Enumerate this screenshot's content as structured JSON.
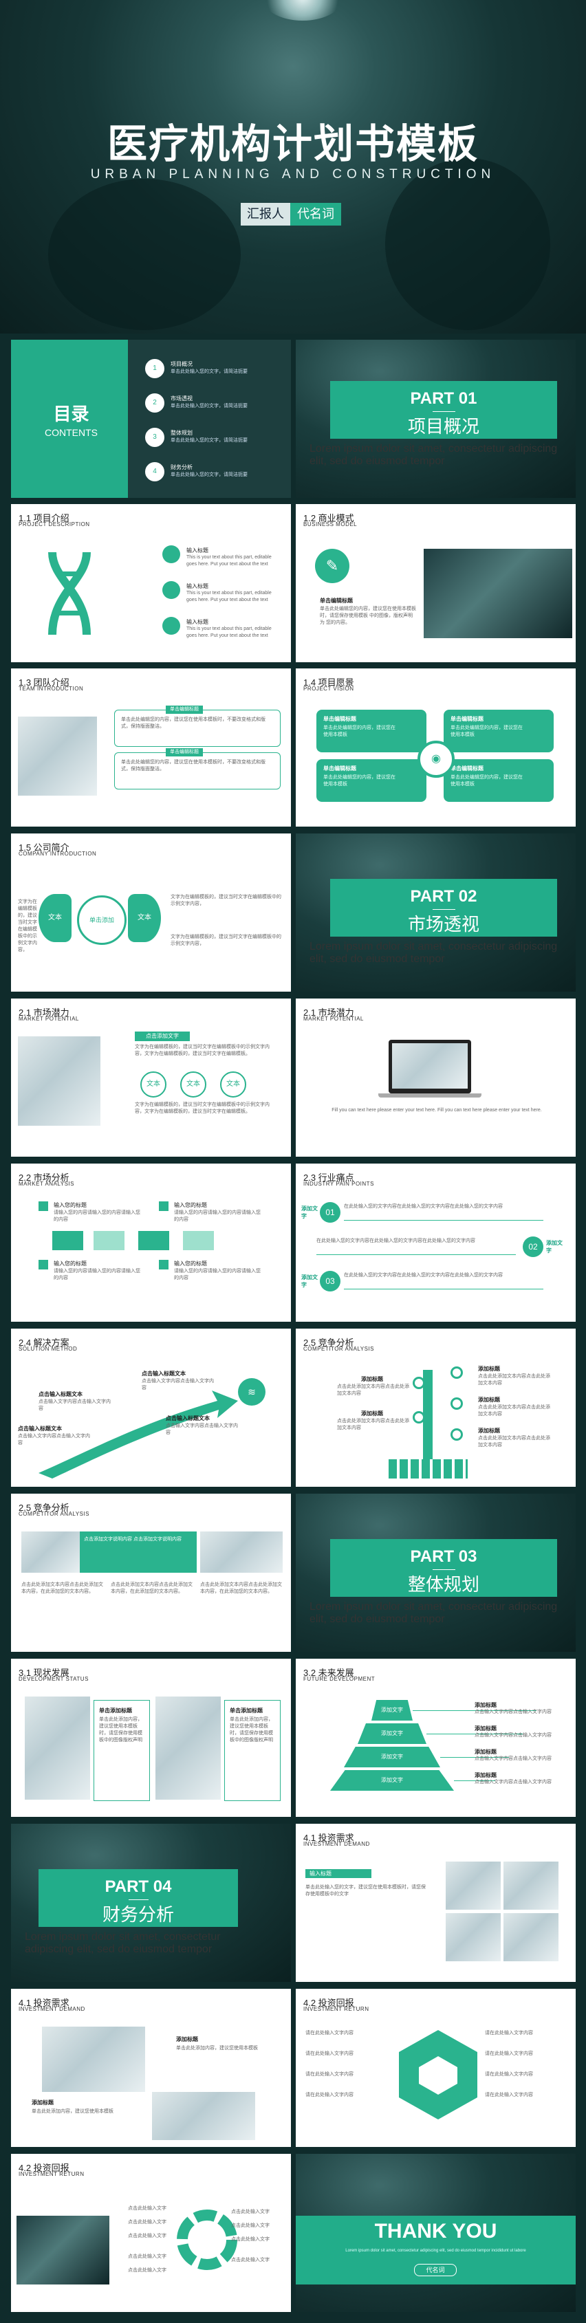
{
  "hero": {
    "title": "医疗机构计划书模板",
    "subtitle": "URBAN PLANNING AND CONSTRUCTION",
    "reporter_label": "汇报人",
    "reporter_name": "代名词"
  },
  "colors": {
    "accent": "#2ab38e",
    "dark": "#0f2b2b"
  },
  "toc": {
    "title": "目录",
    "subtitle": "CONTENTS",
    "items": [
      {
        "num": "1",
        "title": "项目概况",
        "desc": "单击此处输入您的文字，请简洁扼要"
      },
      {
        "num": "2",
        "title": "市场透视",
        "desc": "单击此处输入您的文字，请简洁扼要"
      },
      {
        "num": "3",
        "title": "整体规划",
        "desc": "单击此处输入您的文字，请简洁扼要"
      },
      {
        "num": "4",
        "title": "财务分析",
        "desc": "单击此处输入您的文字，请简洁扼要"
      }
    ]
  },
  "part1": {
    "num": "PART 01",
    "title": "项目概况",
    "small": "Lorem ipsum dolor sit amet, consectetur adipiscing elit, sed do eiusmod tempor"
  },
  "part2": {
    "num": "PART 02",
    "title": "市场透视",
    "small": "Lorem ipsum dolor sit amet, consectetur adipiscing elit, sed do eiusmod tempor"
  },
  "part3": {
    "num": "PART 03",
    "title": "整体规划",
    "small": "Lorem ipsum dolor sit amet, consectetur adipiscing elit, sed do eiusmod tempor"
  },
  "part4": {
    "num": "PART 04",
    "title": "财务分析",
    "small": "Lorem ipsum dolor sit amet, consectetur adipiscing elit, sed do eiusmod tempor"
  },
  "s11": {
    "t1": "1.1 项目介绍",
    "t2": "PROJECT DESCRIPTION",
    "items": [
      {
        "label": "输入标题",
        "desc": "This is your text about this part, editable goes here. Put your text about the text"
      },
      {
        "label": "输入标题",
        "desc": "This is your text about this part, editable goes here. Put your text about the text"
      },
      {
        "label": "输入标题",
        "desc": "This is your text about this part, editable goes here. Put your text about the text"
      }
    ]
  },
  "s12": {
    "t1": "1.2 商业模式",
    "t2": "BUSINESS MODEL",
    "label": "单击编辑标题",
    "desc": "单击此处编辑您的内容，建议您在使用本模板时，请您保存使用模板 中的图像，版权声明为 您的内容。"
  },
  "s13": {
    "t1": "1.3 团队介绍",
    "t2": "TEAM INTRODUCTION",
    "items": [
      {
        "label": "单击编辑标题",
        "desc": "单击此处编辑您的内容，建议您在使用本模板时，不要改变格式和版式，保持版面整洁。"
      },
      {
        "label": "单击编辑标题",
        "desc": "单击此处编辑您的内容，建议您在使用本模板时，不要改变格式和版式，保持版面整洁。"
      }
    ]
  },
  "s14": {
    "t1": "1.4 项目愿景",
    "t2": "PROJECT VISION",
    "items": [
      {
        "label": "单击编辑标题",
        "desc": "单击此处编辑您的内容，建议您在使用本模板"
      },
      {
        "label": "单击编辑标题",
        "desc": "单击此处编辑您的内容，建议您在使用本模板"
      },
      {
        "label": "单击编辑标题",
        "desc": "单击此处编辑您的内容，建议您在使用本模板"
      },
      {
        "label": "单击编辑标题",
        "desc": "单击此处编辑您的内容，建议您在使用本模板"
      }
    ]
  },
  "s15": {
    "t1": "1.5 公司简介",
    "t2": "COMPANY INTRODUCTION",
    "center": "单击添加",
    "petal": "文本",
    "desc": "文字为在编辑模板的，建议当时文字在编辑模板中的示例文字内容，"
  },
  "s21a": {
    "t1": "2.1 市场潜力",
    "t2": "MARKET POTENTIAL",
    "label": "点击添加文字",
    "desc": "文字为在编辑模板的，建议当时文字在编辑模板中的示例文字内容，文字为在编辑模板的，建议当时文字在编辑模板。",
    "circ": "文本"
  },
  "s21b": {
    "t1": "2.1 市场潜力",
    "t2": "MARKET POTENTIAL",
    "desc": "Fill you can text here please enter your text here. Fill you can text here please enter your text here."
  },
  "s22": {
    "t1": "2.2 市场分析",
    "t2": "MARKET ANALYSIS",
    "label": "输入您的标题",
    "desc": "请输入您的内容请输入您的内容请输入您的内容"
  },
  "s23": {
    "t1": "2.3 行业痛点",
    "t2": "INDUSTRY PAIN POINTS",
    "items": [
      {
        "num": "01",
        "label": "添加文字"
      },
      {
        "num": "02",
        "label": "添加文字"
      },
      {
        "num": "03",
        "label": "添加文字"
      }
    ],
    "desc": "在此处输入您的文字内容在此处输入您的文字内容在此处输入您的文字内容"
  },
  "s24": {
    "t1": "2.4 解决方案",
    "t2": "SOLUTION METHOD",
    "label": "点击输入标题文本",
    "desc": "点击输入文字内容点击输入文字内容"
  },
  "s25a": {
    "t1": "2.5 竞争分析",
    "t2": "COMPETITOR ANALYSIS",
    "label": "添加标题",
    "desc": "点击此处添加文本内容点击此处添加文本内容"
  },
  "s25b": {
    "t1": "2.5 竞争分析",
    "t2": "COMPETITOR ANALYSIS",
    "banner": "点击添加文字说明内容 点击添加文字说明内容",
    "desc": "点击此处添加文本内容点击此处添加文本内容，在此添加您的文本内容。"
  },
  "s31": {
    "t1": "3.1 现状发展",
    "t2": "DEVELOPMENT STATUS",
    "label": "单击添加标题",
    "desc": "单击此处添加内容，建议您使用本模板时，请您保存使用模板中的图像版权声明"
  },
  "s32": {
    "t1": "3.2 未来发展",
    "t2": "FUTURE DEVELOPMENT",
    "levels": [
      "添加文字",
      "添加文字",
      "添加文字",
      "添加文字"
    ],
    "label": "添加标题",
    "desc": "点击输入文字内容点击输入文字内容"
  },
  "s41a": {
    "t1": "4.1 投资需求",
    "t2": "INVESTMENT DEMAND",
    "label": "输入标题",
    "desc": "单击此处输入您的文字，建议您在使用本模板时，请您保存使用模板中的文字"
  },
  "s41b": {
    "t1": "4.1 投资需求",
    "t2": "INVESTMENT DEMAND",
    "label": "添加标题",
    "desc": "单击此处添加内容，建议您使用本模板"
  },
  "s42a": {
    "t1": "4.2 投资回报",
    "t2": "INVESTMENT RETURN",
    "label": "请在此处输入文字内容"
  },
  "s42b": {
    "t1": "4.2 投资回报",
    "t2": "INVESTMENT RETURN",
    "label": "点击此处输入文字"
  },
  "end": {
    "title": "THANK YOU",
    "btn": "代名词",
    "small": "Lorem ipsum dolor sit amet, consectetur adipiscing elit, sed do eiusmod tempor incididunt ut labore"
  }
}
